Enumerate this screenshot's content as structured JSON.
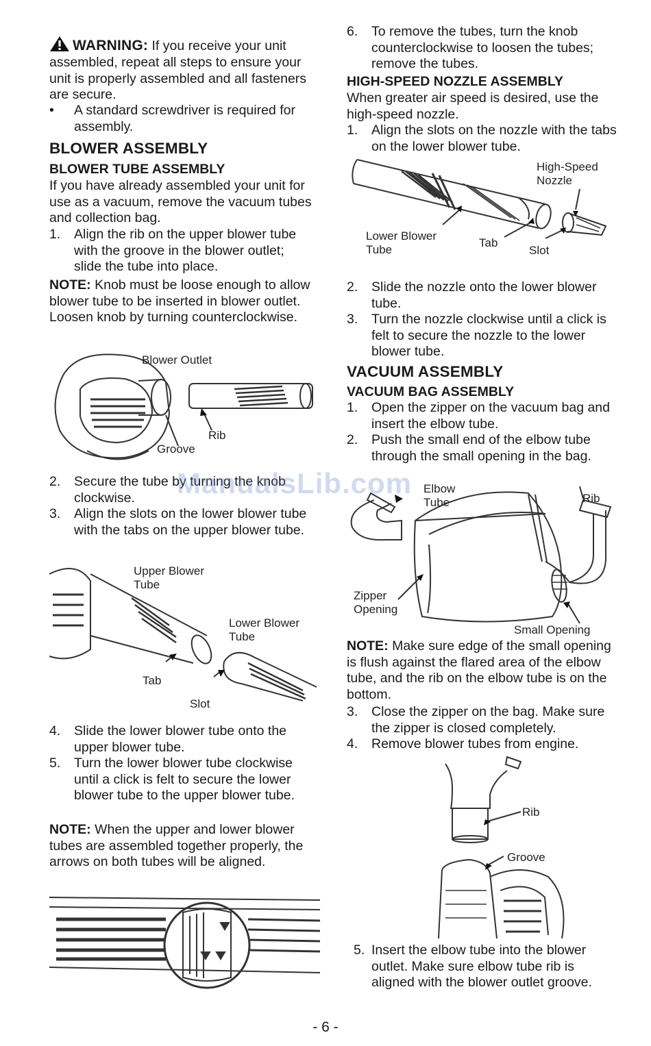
{
  "left": {
    "warning_label": "WARNING:",
    "warning_text": " If you receive your unit assembled, repeat all steps to ensure your unit is properly assembled and all fasteners are secure.",
    "bullet_text": "A standard screwdriver is required for assembly.",
    "h_blower_assembly": "BLOWER ASSEMBLY",
    "h_blower_tube_assembly": "BLOWER TUBE ASSEMBLY",
    "intro_text": "If you have already assembled your unit for use as a vacuum, remove the vacuum tubes and collection bag.",
    "step1_num": "1.",
    "step1_text": "Align the rib on the upper blower tube with the groove in the blower outlet; slide the tube into place.",
    "note1_label": "NOTE:",
    "note1_text": " Knob must be loose enough to allow blower tube to be inserted in blower outlet. Loosen knob by turning counterclockwise.",
    "fig1_blower_outlet": "Blower Outlet",
    "fig1_rib": "Rib",
    "fig1_groove": "Groove",
    "step2_num": "2.",
    "step2_text": "Secure the tube by turning the knob clockwise.",
    "step3_num": "3.",
    "step3_text": "Align the slots on the lower blower tube with the tabs on the upper blower tube.",
    "fig2_upper_blower_tube": "Upper Blower Tube",
    "fig2_lower_blower_tube": "Lower Blower Tube",
    "fig2_tab": "Tab",
    "fig2_slot": "Slot",
    "step4_num": "4.",
    "step4_text": "Slide the lower blower tube onto the upper blower tube.",
    "step5_num": "5.",
    "step5_text": "Turn the lower blower tube clockwise until a click is felt to secure the lower blower tube to the upper blower tube.",
    "note2_label": "NOTE:",
    "note2_text": " When the upper and lower blower tubes are assembled together properly, the arrows on both tubes will be aligned."
  },
  "right": {
    "step6_num": "6.",
    "step6_text": "To remove the tubes, turn the knob counterclockwise to loosen the tubes; remove the tubes.",
    "h_high_speed": "HIGH-SPEED NOZZLE ASSEMBLY",
    "hs_intro": "When greater air speed is desired, use the high-speed nozzle.",
    "hs1_num": "1.",
    "hs1_text": "Align the slots on the nozzle with the tabs on the lower blower tube.",
    "fig3_high_speed_nozzle": "High-Speed Nozzle",
    "fig3_lower_blower_tube": "Lower Blower Tube",
    "fig3_tab": "Tab",
    "fig3_slot": "Slot",
    "hs2_num": "2.",
    "hs2_text": "Slide the nozzle onto the lower blower tube.",
    "hs3_num": "3.",
    "hs3_text": "Turn the nozzle clockwise until a click is felt to secure the nozzle to the lower blower tube.",
    "h_vacuum_assembly": "VACUUM ASSEMBLY",
    "h_vacuum_bag": "VACUUM BAG ASSEMBLY",
    "vb1_num": "1.",
    "vb1_text": "Open the zipper on the vacuum bag and insert the elbow tube.",
    "vb2_num": "2.",
    "vb2_text": "Push the small end of the elbow tube through the small opening in the bag.",
    "fig4_elbow_tube": "Elbow Tube",
    "fig4_rib": "Rib",
    "fig4_zipper_opening": "Zipper Opening",
    "fig4_small_opening": "Small Opening",
    "note3_label": "NOTE:",
    "note3_text": " Make sure edge of the small opening is flush against the flared area of the elbow tube, and the rib on the elbow tube is on the bottom.",
    "vb3_num": "3.",
    "vb3_text": "Close the zipper on the bag. Make sure the zipper is closed completely.",
    "vb4_num": "4.",
    "vb4_text": "Remove blower tubes from engine.",
    "fig5_rib": "Rib",
    "fig5_groove": "Groove",
    "vb5_num": "5.",
    "vb5_text": "Insert the elbow tube into the blower outlet. Make sure elbow tube rib is aligned with the blower outlet groove."
  },
  "page_number": "- 6 -",
  "watermark": "ManualsLib.com"
}
